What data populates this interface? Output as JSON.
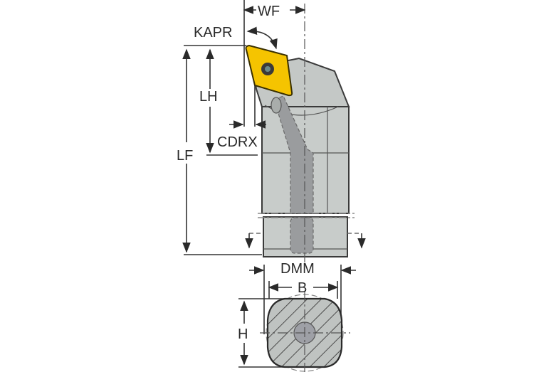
{
  "diagram": {
    "title": "Boring bar with DCMT insert — dimension drawing",
    "labels": {
      "wf": "WF",
      "kapr": "KAPR",
      "lh": "LH",
      "lf": "LF",
      "cdrx": "CDRX",
      "dmm": "DMM",
      "b": "B",
      "h": "H"
    },
    "colors": {
      "insert": "#F5C400",
      "insert_outline": "#3a3000",
      "body": "#C8CCCA",
      "body_dark": "#A9ADAB",
      "coolant": "#9A9C9E",
      "section_fill": "#BFC3C1",
      "hatch": "#555555",
      "dimension": "#333333"
    },
    "views": [
      "side-view",
      "cross-section"
    ]
  }
}
